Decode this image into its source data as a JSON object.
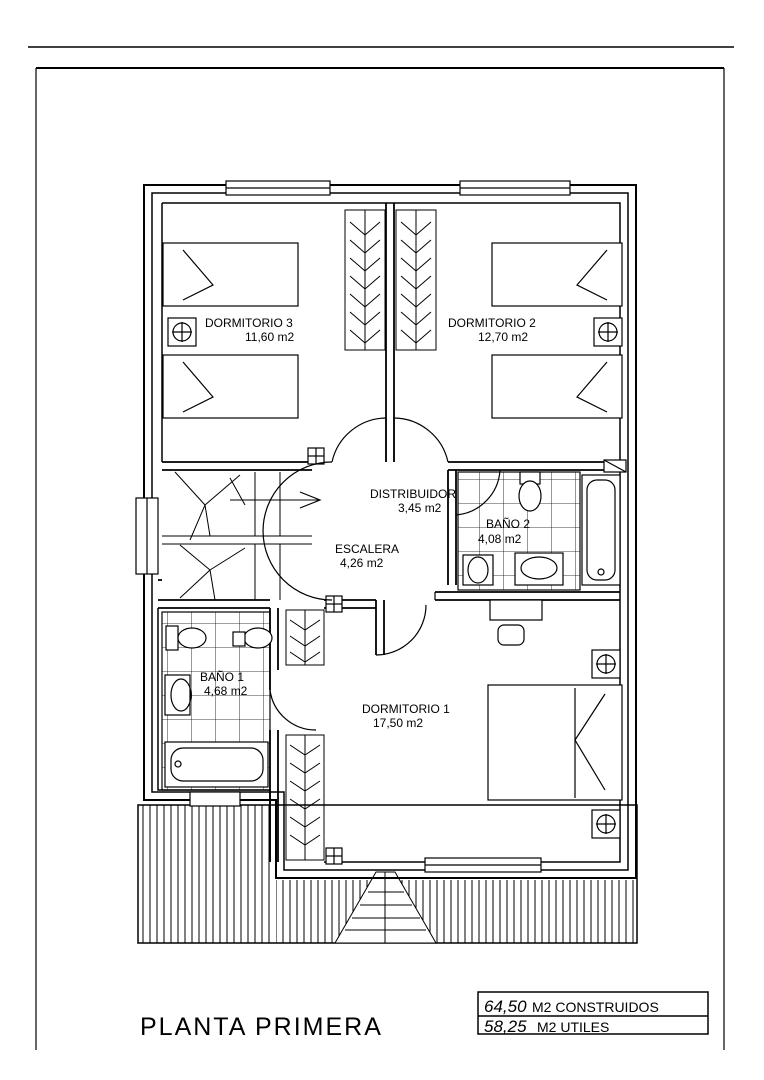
{
  "rooms": {
    "dormitorio3": {
      "name": "DORMITORIO 3",
      "area": "11,60  m2"
    },
    "dormitorio2": {
      "name": "DORMITORIO 2",
      "area": "12,70  m2"
    },
    "distribuidor": {
      "name": "DISTRIBUIDOR",
      "area": "3,45  m2"
    },
    "bano2": {
      "name": "BAÑO 2",
      "area": "4,08  m2"
    },
    "escalera": {
      "name": "ESCALERA",
      "area": "4,26  m2"
    },
    "bano1": {
      "name": "BAÑO 1",
      "area": "4,68  m2"
    },
    "dormitorio1": {
      "name": "DORMITORIO 1",
      "area": "17,50  m2"
    }
  },
  "title": "PLANTA PRIMERA",
  "summary": {
    "built_value": "64,50",
    "built_label": "M2  CONSTRUIDOS",
    "useful_value": "58,25",
    "useful_label": "M2  UTILES"
  }
}
